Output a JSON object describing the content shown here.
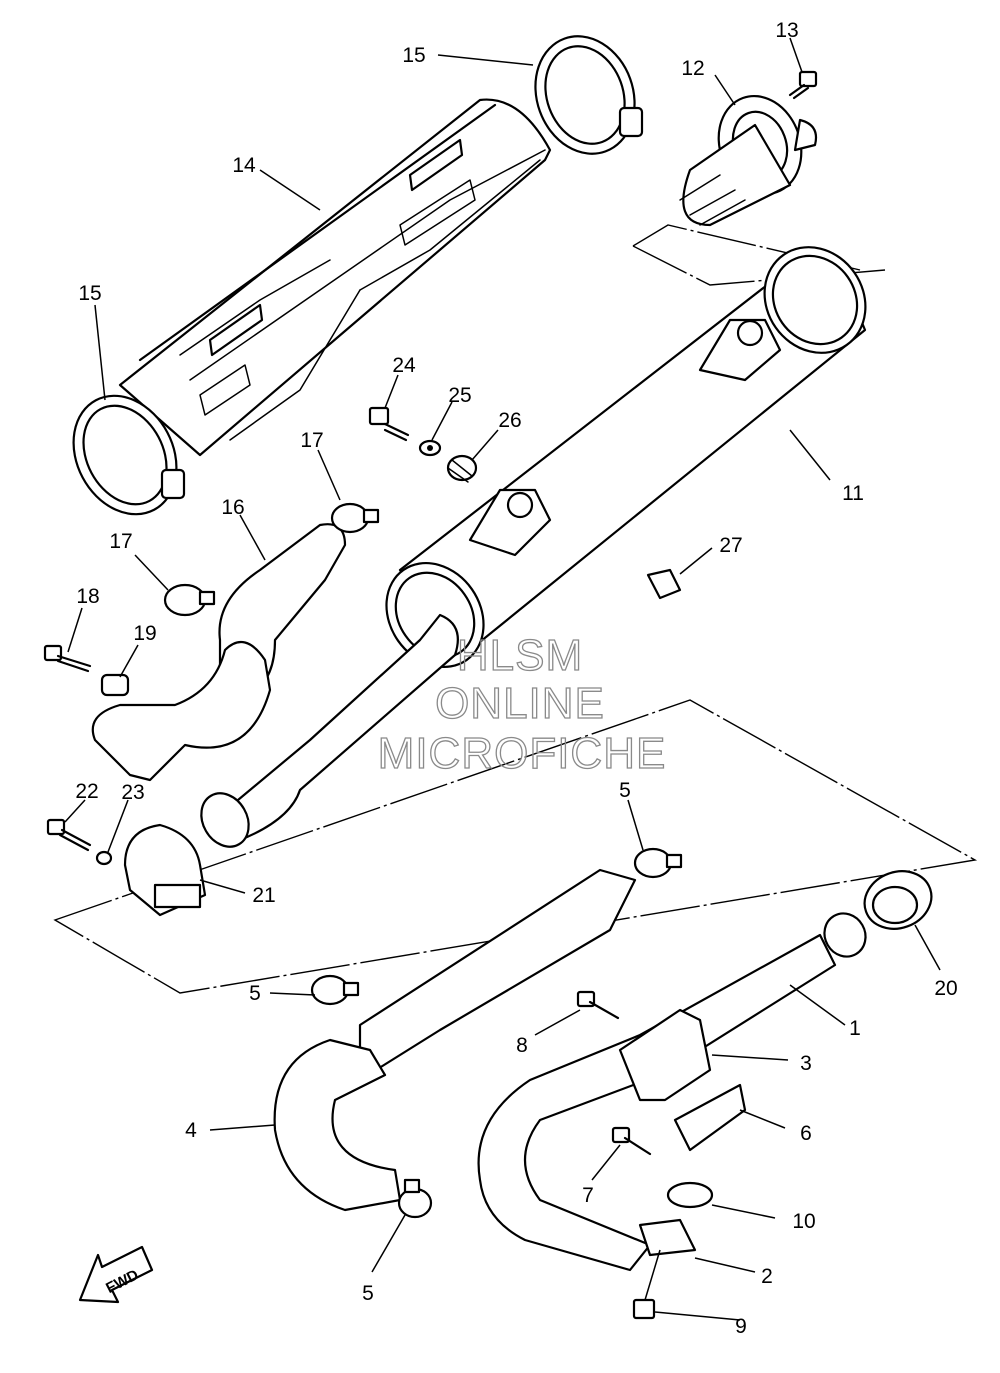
{
  "callouts": {
    "n1": "1",
    "n2": "2",
    "n3": "3",
    "n4": "4",
    "n5a": "5",
    "n5b": "5",
    "n5c": "5",
    "n6": "6",
    "n7": "7",
    "n8": "8",
    "n9": "9",
    "n10": "10",
    "n11": "11",
    "n12": "12",
    "n13": "13",
    "n14": "14",
    "n15a": "15",
    "n15b": "15",
    "n16": "16",
    "n17a": "17",
    "n17b": "17",
    "n18": "18",
    "n19": "19",
    "n20": "20",
    "n21": "21",
    "n22": "22",
    "n23": "23",
    "n24": "24",
    "n25": "25",
    "n26": "26",
    "n27": "27"
  },
  "watermark": {
    "line1": "HLSM",
    "line2": "ONLINE",
    "line3": "MICROFICHE"
  },
  "fwd_label": "FWD"
}
